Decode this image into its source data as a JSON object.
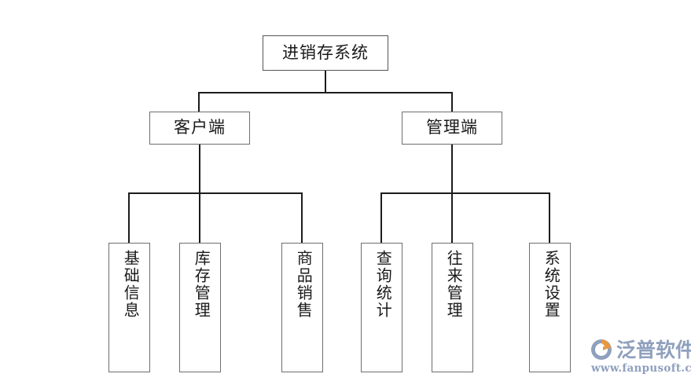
{
  "diagram": {
    "type": "organization-tree",
    "title": "进销存系统",
    "root": {
      "label": "进销存系统"
    },
    "level2": [
      {
        "label": "客户端"
      },
      {
        "label": "管理端"
      }
    ],
    "leaves_client": [
      {
        "label": "基础信息"
      },
      {
        "label": "库存管理"
      },
      {
        "label": "商品销售"
      }
    ],
    "leaves_admin": [
      {
        "label": "查询统计"
      },
      {
        "label": "往来管理"
      },
      {
        "label": "系统设置"
      }
    ]
  },
  "watermark": {
    "brand": "泛普软件",
    "url": "www.fanpusoft.com",
    "mark_color_orange": "#e8973f",
    "mark_color_blue": "#8fa0bd",
    "text_color": "#8fa0bd"
  },
  "colors": {
    "background": "#ffffff",
    "box_border": "#6e6e6e",
    "line": "#1c1c1c",
    "text": "#1a1a1a"
  }
}
